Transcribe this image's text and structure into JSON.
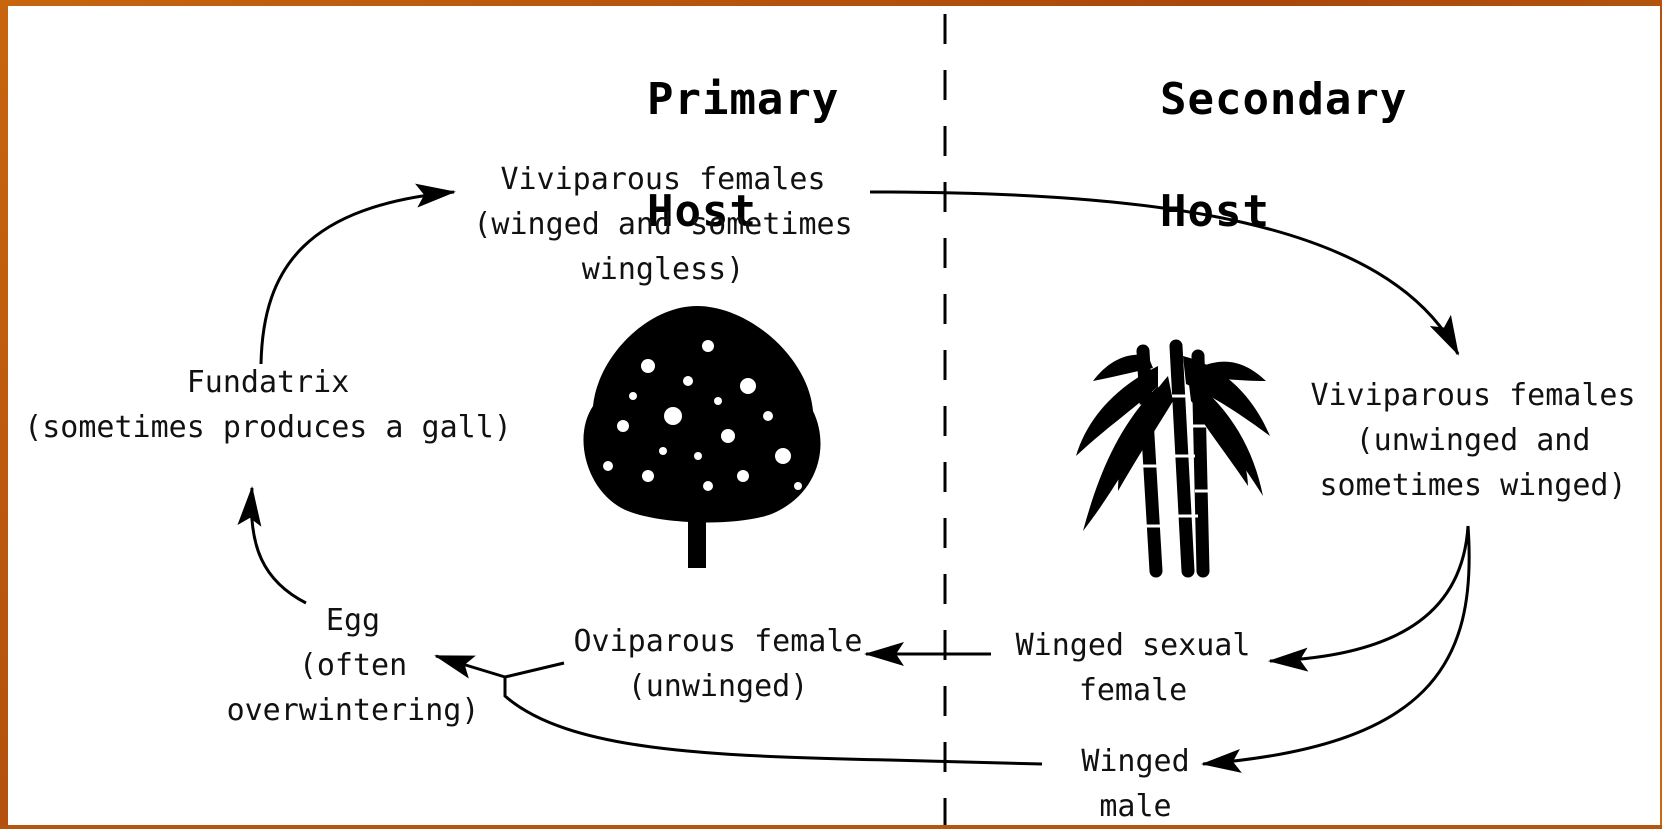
{
  "headers": {
    "primary": [
      "Primary",
      "Host"
    ],
    "secondary": [
      "Secondary",
      "Host"
    ]
  },
  "nodes": {
    "viviparous_primary": [
      "Viviparous females",
      "(winged and sometimes",
      "wingless)"
    ],
    "fundatrix": [
      "Fundatrix",
      "(sometimes produces a gall)"
    ],
    "egg": [
      "Egg",
      "(often",
      "overwintering)"
    ],
    "oviparous_female": [
      "Oviparous female",
      "(unwinged)"
    ],
    "viviparous_secondary": [
      "Viviparous females",
      "(unwinged and",
      "sometimes winged)"
    ],
    "winged_sexual_female": [
      "Winged sexual",
      "female"
    ],
    "winged_male": [
      "Winged",
      "male"
    ]
  },
  "illustrations": {
    "primary_host": "deciduous-tree-icon",
    "secondary_host": "bamboo-icon"
  },
  "colors": {
    "frame": "#b5560f",
    "ink": "#000000",
    "background": "#ffffff"
  }
}
